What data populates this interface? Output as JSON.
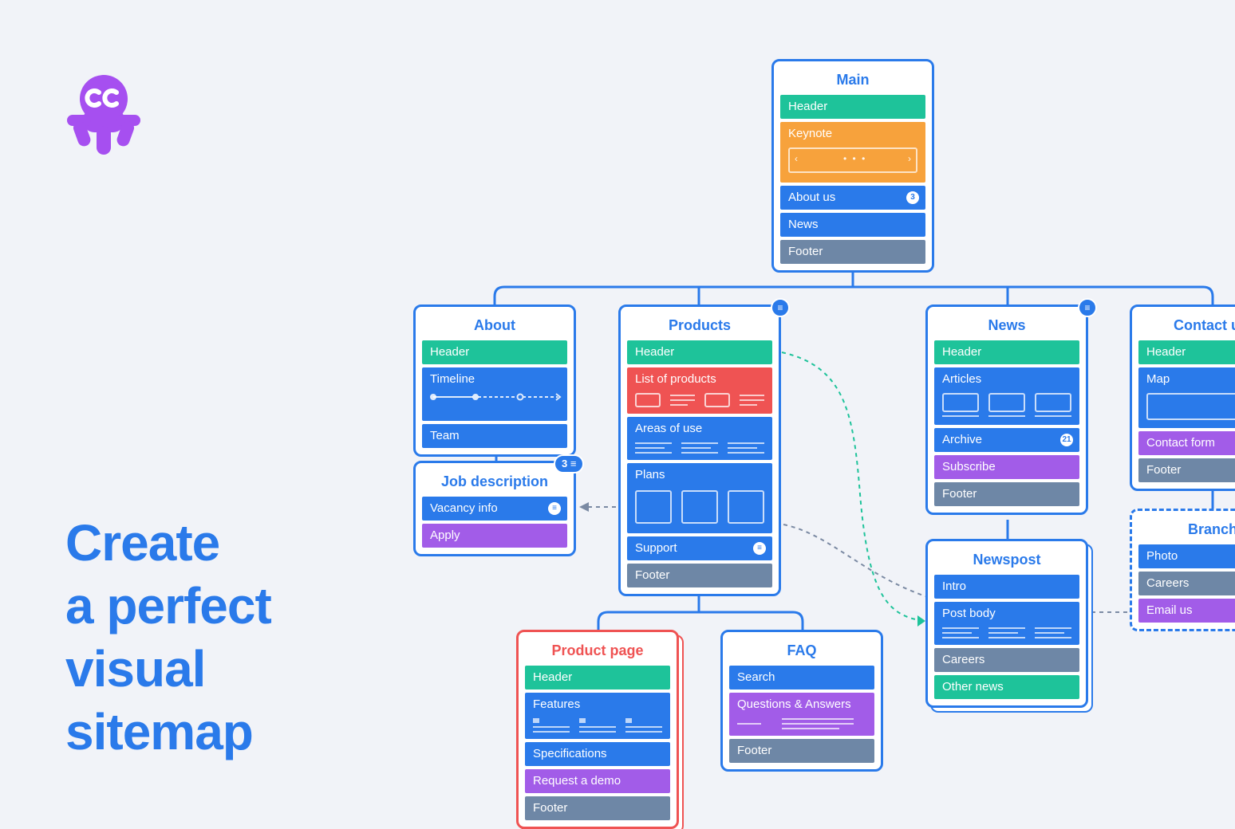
{
  "headline": {
    "lines": [
      "Create",
      "a perfect",
      "visual",
      "sitemap"
    ]
  },
  "icons": {
    "logo": "octopus-logo",
    "comment": "comment-icon",
    "chevron_left": "‹",
    "chevron_right": "›",
    "dots": "• • •"
  },
  "colors": {
    "accent": "#2a7aea",
    "header": "#1ec39a",
    "keynote": "#f7a23c",
    "footer": "#6e87a6",
    "special": "#a25ce8",
    "danger": "#ef5353",
    "logo": "#a64ff0",
    "background": "#f1f3f8"
  },
  "main": {
    "title": "Main",
    "blocks": [
      {
        "label": "Header"
      },
      {
        "label": "Keynote"
      },
      {
        "label": "About us",
        "badge": "3"
      },
      {
        "label": "News"
      },
      {
        "label": "Footer"
      }
    ]
  },
  "about": {
    "title": "About",
    "blocks": [
      {
        "label": "Header"
      },
      {
        "label": "Timeline"
      },
      {
        "label": "Team"
      }
    ]
  },
  "job": {
    "title": "Job description",
    "badge": "3",
    "blocks": [
      {
        "label": "Vacancy info"
      },
      {
        "label": "Apply"
      }
    ]
  },
  "products": {
    "title": "Products",
    "blocks": [
      {
        "label": "Header"
      },
      {
        "label": "List of products"
      },
      {
        "label": "Areas of use"
      },
      {
        "label": "Plans"
      },
      {
        "label": "Support"
      },
      {
        "label": "Footer"
      }
    ]
  },
  "news": {
    "title": "News",
    "blocks": [
      {
        "label": "Header"
      },
      {
        "label": "Articles"
      },
      {
        "label": "Archive",
        "badge": "21"
      },
      {
        "label": "Subscribe"
      },
      {
        "label": "Footer"
      }
    ]
  },
  "contact": {
    "title": "Contact u",
    "blocks": [
      {
        "label": "Header"
      },
      {
        "label": "Map"
      },
      {
        "label": "Contact form"
      },
      {
        "label": "Footer"
      }
    ]
  },
  "branch": {
    "title": "Branch",
    "blocks": [
      {
        "label": "Photo"
      },
      {
        "label": "Careers"
      },
      {
        "label": "Email us"
      }
    ]
  },
  "newspost": {
    "title": "Newspost",
    "blocks": [
      {
        "label": "Intro"
      },
      {
        "label": "Post body"
      },
      {
        "label": "Careers"
      },
      {
        "label": "Other news"
      }
    ]
  },
  "product_page": {
    "title": "Product page",
    "blocks": [
      {
        "label": "Header"
      },
      {
        "label": "Features"
      },
      {
        "label": "Specifications"
      },
      {
        "label": "Request a demo"
      },
      {
        "label": "Footer"
      }
    ]
  },
  "faq": {
    "title": "FAQ",
    "blocks": [
      {
        "label": "Search"
      },
      {
        "label": "Questions & Answers"
      },
      {
        "label": "Footer"
      }
    ]
  }
}
